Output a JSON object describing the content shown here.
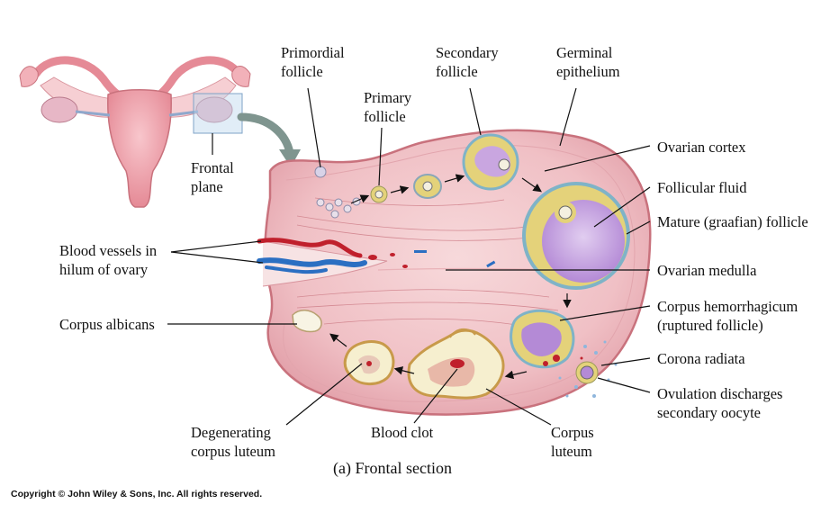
{
  "labels": {
    "primordial_follicle": [
      "Primordial",
      "follicle"
    ],
    "primary_follicle": [
      "Primary",
      "follicle"
    ],
    "secondary_follicle": [
      "Secondary",
      "follicle"
    ],
    "germinal_epithelium": [
      "Germinal",
      "epithelium"
    ],
    "frontal_plane": [
      "Frontal",
      "plane"
    ],
    "ovarian_cortex": "Ovarian cortex",
    "follicular_fluid": "Follicular fluid",
    "mature_follicle": "Mature (graafian) follicle",
    "blood_vessels": [
      "Blood vessels in",
      "hilum of ovary"
    ],
    "ovarian_medulla": "Ovarian medulla",
    "corpus_hemorrhagicum": [
      "Corpus hemorrhagicum",
      "(ruptured follicle)"
    ],
    "corpus_albicans": "Corpus albicans",
    "corona_radiata": "Corona radiata",
    "ovulation": [
      "Ovulation discharges",
      "secondary oocyte"
    ],
    "degenerating_corpus_luteum": [
      "Degenerating",
      "corpus luteum"
    ],
    "blood_clot": "Blood clot",
    "corpus_luteum": [
      "Corpus",
      "luteum"
    ]
  },
  "caption": "(a) Frontal section",
  "copyright": "Copyright © John Wiley & Sons, Inc. All rights reserved.",
  "colors": {
    "ovary_fill": "#f2c6c9",
    "ovary_edge": "#c9727d",
    "follicle_fluid": "#c9a6e0",
    "granulosa": "#e4d27a",
    "vessel_red": "#c0202c",
    "vessel_blue": "#2b6fc2",
    "arrow_grey": "#7f958f"
  }
}
